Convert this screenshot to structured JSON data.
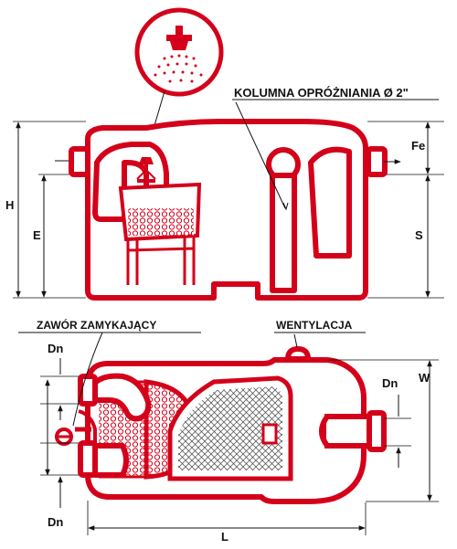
{
  "labels": {
    "kolumna": "KOLUMNA OPRÓŻNIANIA Ø 2\"",
    "zawor": "ZAWÓR ZAMYKAJĄCY",
    "wentylacja": "WENTYLACJA",
    "fe": "Fe",
    "s": "S",
    "h": "H",
    "e": "E",
    "w": "W",
    "l": "L",
    "dn_left_top": "Dn",
    "dn_left_bottom": "Dn",
    "dn_right": "Dn"
  },
  "colors": {
    "accent": "#d4001a",
    "lines": "#111111",
    "background": "#ffffff"
  }
}
